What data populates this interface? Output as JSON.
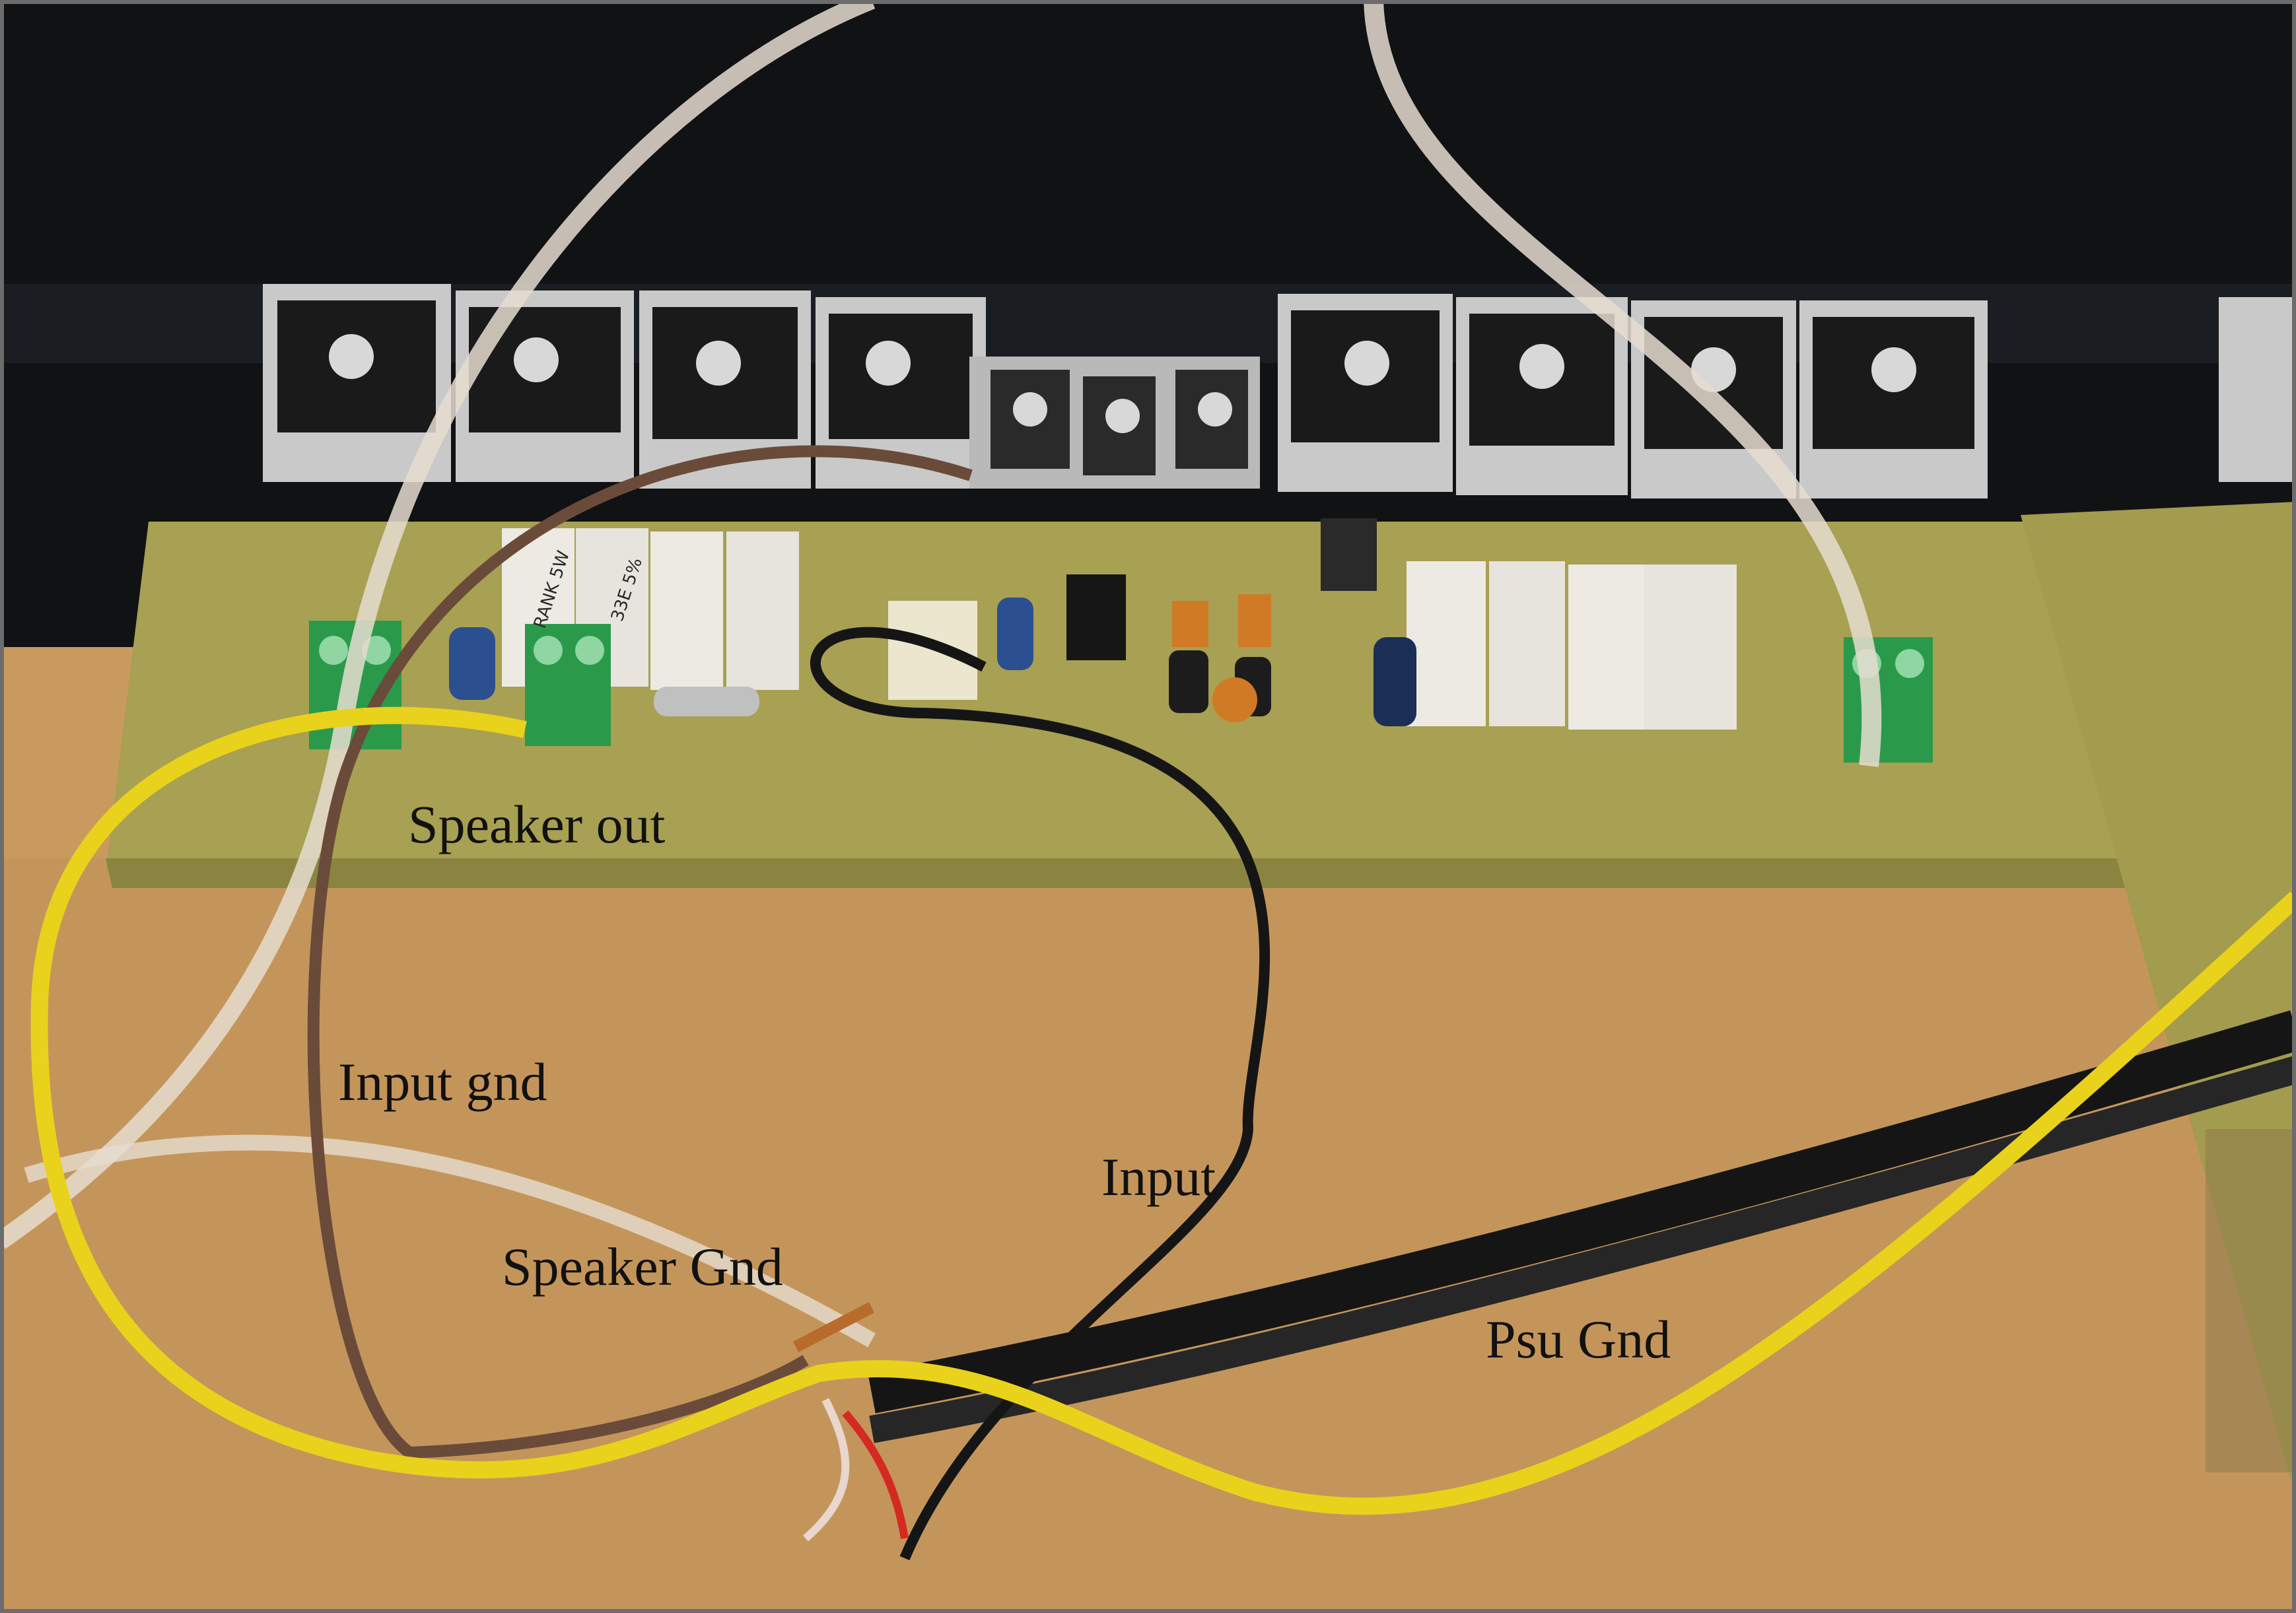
{
  "photo": {
    "labels": {
      "speaker_out": "Speaker out",
      "input_gnd": "Input gnd",
      "input": "Input",
      "speaker_gnd": "Speaker Gnd",
      "psu_gnd": "Psu Gnd"
    },
    "resistor_marking_1": "RANK 5W",
    "resistor_marking_2": "33E 5%",
    "colors": {
      "heatsink": "#101214",
      "pcb": "#a8a052",
      "desk": "#c99a5e",
      "yellow_wire": "#e9d21b",
      "black_wire": "#151515",
      "brown_wire": "#6a4b3a",
      "clear_wire": "#e6ddd0",
      "terminal_block": "#2a9a4a",
      "transistor_tab": "#c9c9c9",
      "power_resistor": "#eceae2"
    },
    "icons": [
      "heatsink-photo",
      "transistor-icon",
      "resistor-icon",
      "capacitor-icon",
      "terminal-block-icon",
      "wire-icon"
    ]
  }
}
